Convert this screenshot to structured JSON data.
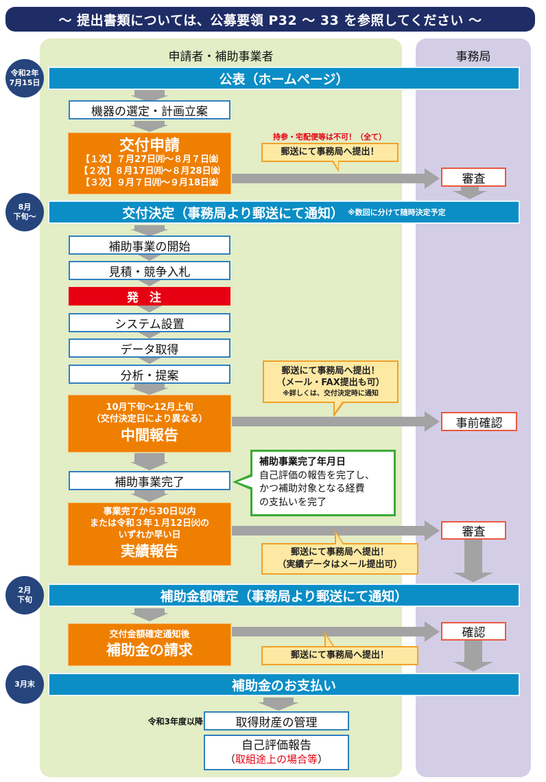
{
  "banner": {
    "text": "～ 提出書類については、公募要領 P32 ～ 33 を参照してください ～"
  },
  "lanes": {
    "applicant": "申請者・補助事業者",
    "secretariat": "事務局"
  },
  "colors": {
    "banner": "#1f2d66",
    "phase_bar": "#0b8ec6",
    "orange": "#ef7f00",
    "red": "#e60012",
    "lane_applicant": "#e3edc6",
    "lane_secretariat": "#d3cee6",
    "date_circle": "#26457d",
    "callout_fill": "#fde9a3",
    "callout_border": "#f0a12a",
    "green_border": "#3aaa35"
  },
  "dates": [
    {
      "line1": "令和2年",
      "line2": "7月15日"
    },
    {
      "line1": "8月",
      "line2": "下旬～"
    },
    {
      "line1": "2月",
      "line2": "下旬"
    },
    {
      "line1": "3月末",
      "line2": ""
    }
  ],
  "phases": {
    "publish": "公表（ホームページ）",
    "grant_decision": "交付決定（事務局より郵送にて通知）",
    "grant_decision_note": "※数回に分けて随時決定予定",
    "amount_fixed": "補助金額確定（事務局より郵送にて通知）",
    "payment": "補助金のお支払い"
  },
  "steps": {
    "equipment": "機器の選定・計画立案",
    "application": {
      "title": "交付申請",
      "rounds": [
        "【１次】７月27日㈪～８月７日㈮",
        "【２次】８月17日㈪～８月28日㈮",
        "【３次】９月７日㈪～９月18日㈮"
      ]
    },
    "start": "補助事業の開始",
    "estimate": "見積・競争入札",
    "order": "発注",
    "install": "システム設置",
    "data": "データ取得",
    "analysis": "分析・提案",
    "interim": {
      "line1": "10月下旬～12月上旬",
      "line2": "（交付決定日により異なる）",
      "title": "中間報告"
    },
    "complete": "補助事業完了",
    "results": {
      "line1": "事業完了から30日以内",
      "line2": "または令和３年１月12日㈫の",
      "line3": "いずれか早い日",
      "title": "実績報告"
    },
    "claim": {
      "line1": "交付金額確定通知後",
      "title": "補助金の請求"
    },
    "after_label": "令和3年度以降",
    "asset_mgmt": "取得財産の管理",
    "self_eval": {
      "title": "自己評価報告",
      "paren_open": "（",
      "note": "取組途上の場合等",
      "paren_close": "）"
    }
  },
  "secretariat": {
    "review1": "審査",
    "pre_check": "事前確認",
    "review2": "審査",
    "confirm": "確認"
  },
  "callouts": {
    "no_delivery": "持参・宅配便等は不可！（全て）",
    "mail1": "郵送にて事務局へ提出！",
    "mail2": {
      "line1": "郵送にて事務局へ提出！",
      "line2": "（メール・FAX提出も可）",
      "line3": "※詳しくは、交付決定時に通知"
    },
    "mail3": {
      "line1": "郵送にて事務局へ提出！",
      "line2": "（実績データはメール提出可）"
    },
    "mail4": "郵送にて事務局へ提出！",
    "completion_date": {
      "title": "補助事業完了年月日",
      "line1": "自己評価の報告を完了し、",
      "line2": "かつ補助対象となる経費",
      "line3": "の支払いを完了"
    }
  }
}
